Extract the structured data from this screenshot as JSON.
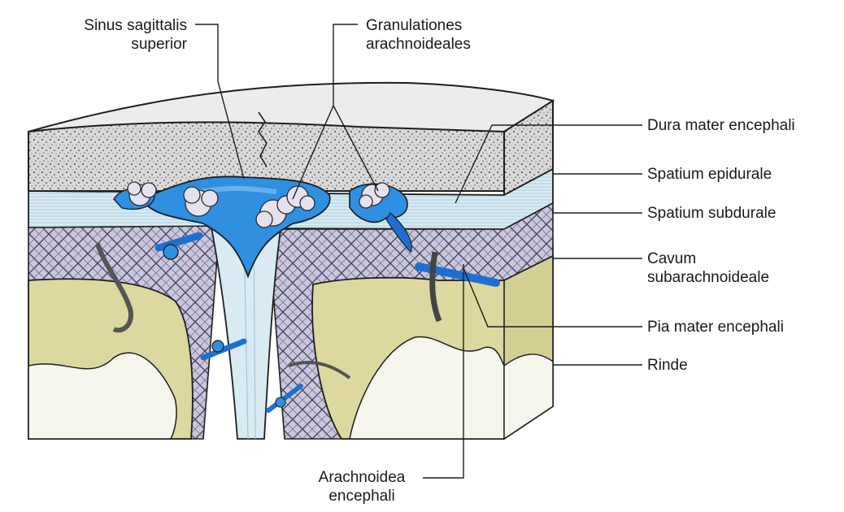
{
  "labels": {
    "sinus_sagittalis_superior": [
      "Sinus sagittalis",
      "superior"
    ],
    "granulationes_arachnoideales": [
      "Granulationes",
      "arachnoideales"
    ],
    "dura_mater_encephali": "Dura mater encephali",
    "spatium_epidurale": "Spatium epidurale",
    "spatium_subdurale": "Spatium subdurale",
    "cavum_subarachnoideale": [
      "Cavum",
      "subarachnoideale"
    ],
    "pia_mater_encephali": "Pia mater encephali",
    "rinde": "Rinde",
    "arachnoidea_encephali": [
      "Arachnoidea",
      "encephali"
    ]
  },
  "colors": {
    "bone_top": "#e9e9e9",
    "bone_speckle": "#5a5a5a",
    "dura": "#cfe6f0",
    "sinus_blue": "#2f8fe0",
    "vein_blue": "#1f6fd0",
    "subarachnoid": "#c9c7de",
    "cortex": "#ddd8a0",
    "white_matter": "#f6f6ef",
    "outline": "#1e1e1e"
  }
}
